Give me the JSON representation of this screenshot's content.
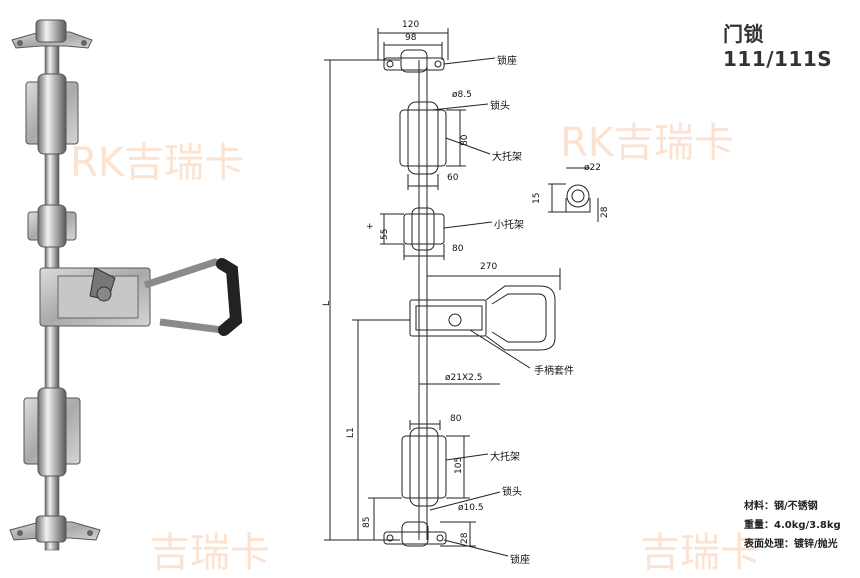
{
  "title": "门锁111/111S",
  "watermark": {
    "text_a": "RK吉瑞卡",
    "text_b": "吉瑞卡",
    "color": "#f0965a"
  },
  "labels": {
    "suozuo_top": "锁座",
    "suotou_top": "锁头",
    "datuojia_top": "大托架",
    "xiaotuojia": "小托架",
    "shoubing": "手柄套件",
    "datuojia_bottom": "大托架",
    "suotou_bottom": "锁头",
    "suozuo_bottom": "锁座"
  },
  "dims": {
    "d120": "120",
    "d98": "98",
    "d85": "ø8.5",
    "d80a": "80",
    "d60": "60",
    "d55": "55",
    "d80b": "80",
    "d270": "270",
    "d21": "ø21X2.5",
    "dL": "L",
    "dL1": "L1",
    "d80c": "80",
    "d105": "105",
    "d85b": "85",
    "d105b": "ø10.5",
    "d28": "28",
    "d22": "ø22",
    "d15": "15",
    "d28b": "28",
    "plus": "+"
  },
  "specs": {
    "material": "材料：钢/不锈钢",
    "weight": "重量：4.0kg/3.8kg",
    "surface": "表面处理：镀锌/抛光"
  }
}
